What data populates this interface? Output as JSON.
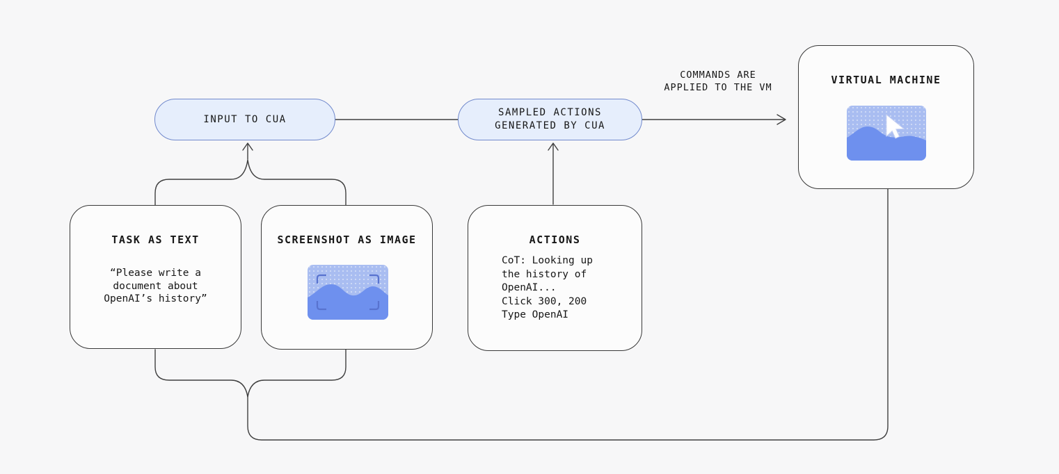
{
  "diagram": {
    "input_pill": {
      "label": "INPUT TO CUA"
    },
    "sampled_pill": {
      "lines": [
        "SAMPLED ACTIONS",
        "GENERATED BY CUA"
      ]
    },
    "vm_arrow_caption": {
      "lines": [
        "COMMANDS ARE",
        "APPLIED TO THE VM"
      ]
    },
    "vm_box": {
      "title": "VIRTUAL MACHINE"
    },
    "task_box": {
      "title": "TASK AS TEXT",
      "lines": [
        "“Please write a",
        "document about",
        "OpenAI’s history”"
      ]
    },
    "screenshot_box": {
      "title": "SCREENSHOT AS IMAGE"
    },
    "actions_box": {
      "title": "ACTIONS",
      "lines": [
        "CoT: Looking up",
        "the history of",
        "OpenAI...",
        "Click 300, 200",
        "Type OpenAI"
      ]
    },
    "icons": {
      "screenshot_thumbnail": "image-with-viewfinder-brackets",
      "vm_screen": "image-with-mouse-cursor"
    },
    "colors": {
      "background": "#f7f7f8",
      "node_fill": "#fcfcfc",
      "node_border": "#383838",
      "pill_fill": "#e6eefc",
      "pill_border": "#7189cc",
      "wire": "#3f3f3f",
      "text": "#161616",
      "thumbnail_light_blue": "#a9bdf1",
      "thumbnail_wave_blue": "#6e90ee",
      "thumbnail_bracket_blue": "#5873cf",
      "cursor_white": "#ffffff"
    }
  }
}
